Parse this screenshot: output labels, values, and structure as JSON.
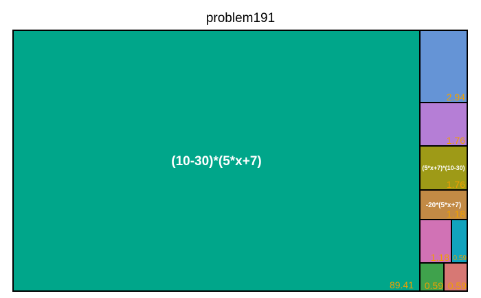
{
  "chart_data": {
    "type": "treemap",
    "title": "problem191",
    "tiles": [
      {
        "name": "(10-30)*(5*x+7)",
        "value_label": "89.41",
        "value": 89.41,
        "color": "#00A68A"
      },
      {
        "name": "",
        "value_label": "2.94",
        "value": 2.94,
        "color": "#6594D6"
      },
      {
        "name": "",
        "value_label": "1.76",
        "value": 1.76,
        "color": "#B57ED6"
      },
      {
        "name": "(5*x+7)*(10-30)",
        "value_label": "1.76",
        "value": 1.76,
        "color": "#9E9A17"
      },
      {
        "name": "-20*(5*x+7)",
        "value_label": "1.18",
        "value": 1.18,
        "color": "#C28A45"
      },
      {
        "name": "",
        "value_label": "1.18",
        "value": 1.18,
        "color": "#D172B5"
      },
      {
        "name": "",
        "value_label": "0.59",
        "value": 0.59,
        "color": "#11A3BD"
      },
      {
        "name": "",
        "value_label": "0.59",
        "value": 0.59,
        "color": "#3FA24C"
      },
      {
        "name": "",
        "value_label": "0.59",
        "value": 0.59,
        "color": "#D77874"
      }
    ],
    "value_label_color": "#F0A000",
    "name_label_color": "#FFFFFF"
  }
}
